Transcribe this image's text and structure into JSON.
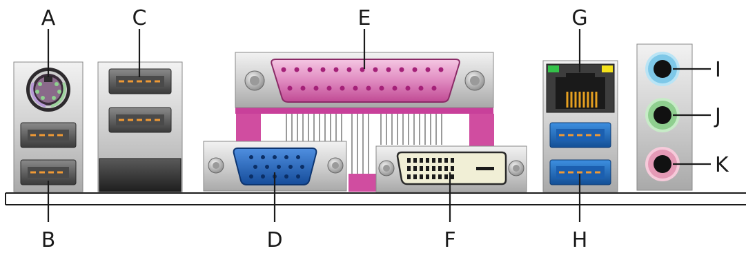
{
  "figure": {
    "callouts": [
      {
        "letter": "A",
        "target": "ps2-port"
      },
      {
        "letter": "B",
        "target": "usb-2-0-ports-left"
      },
      {
        "letter": "C",
        "target": "usb-2-0-ports-stack"
      },
      {
        "letter": "D",
        "target": "vga-port"
      },
      {
        "letter": "E",
        "target": "parallel-port"
      },
      {
        "letter": "F",
        "target": "dvi-port"
      },
      {
        "letter": "G",
        "target": "lan-port"
      },
      {
        "letter": "H",
        "target": "usb-3-0-ports"
      },
      {
        "letter": "I",
        "target": "line-in-jack"
      },
      {
        "letter": "J",
        "target": "line-out-jack"
      },
      {
        "letter": "K",
        "target": "mic-in-jack"
      }
    ],
    "colors": {
      "ps2": "#8fd18f",
      "ps2_body": "#3a2b3a",
      "usb2": "#6b6b6b",
      "usb3": "#1e6fc4",
      "vga": "#1f5fb3",
      "parallel": "#c8409a",
      "dvi": "#f1efd6",
      "line_in": "#7ec8e8",
      "line_out": "#8fcf8f",
      "mic": "#e59ab6",
      "lan_led_left": "#34c24a",
      "lan_led_right": "#f4e21a",
      "metal": "#c9c9c9",
      "outline": "#1a1a1a"
    }
  }
}
